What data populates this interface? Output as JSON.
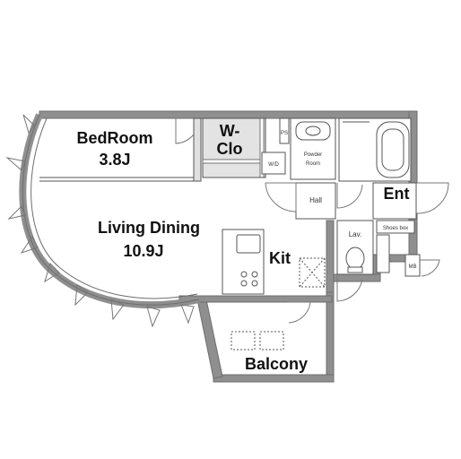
{
  "rooms": {
    "bedroom": {
      "name": "BedRoom",
      "size": "3.8J"
    },
    "wclo": {
      "line1": "W-",
      "line2": "Clo"
    },
    "living": {
      "name": "Living Dining",
      "size": "10.9J"
    },
    "kit": "Kit",
    "ent": "Ent",
    "balcony": "Balcony",
    "hall": "Hall",
    "lav": "Lav.",
    "powder1": "Powder",
    "powder2": "Room",
    "wd": "W/D",
    "ps": "PS",
    "mb": "MB",
    "shoes": "Shoes box",
    "cookers": "Cooker",
    "closet": "Closet"
  },
  "colors": {
    "wall": "#8f8f8f",
    "wall_dark": "#6e6e6e",
    "closet_fill": "#e3e3e3",
    "line": "#555555"
  }
}
